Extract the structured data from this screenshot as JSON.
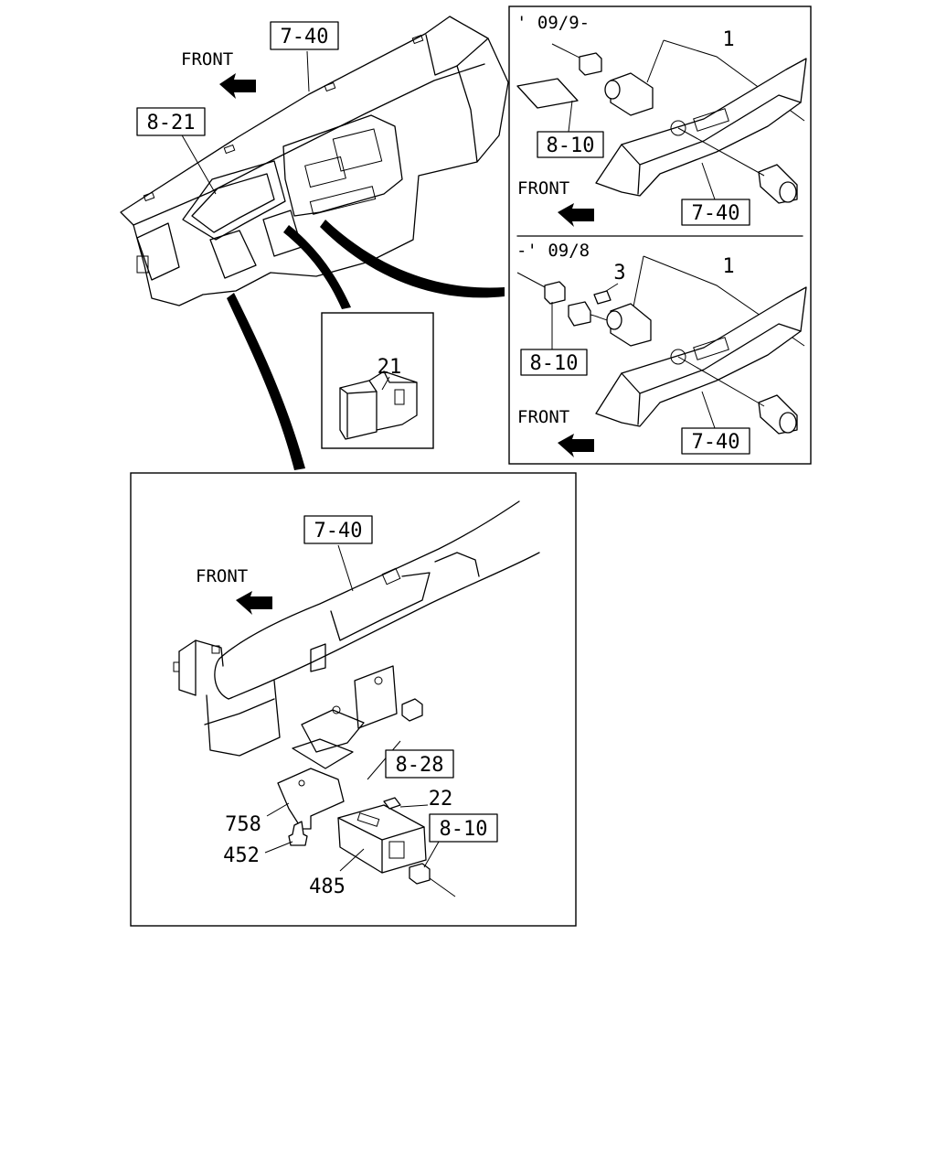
{
  "refs": {
    "dash_7_40": "7-40",
    "dash_8_21": "8-21",
    "a_8_10": "8-10",
    "a_7_40": "7-40",
    "b_8_10": "8-10",
    "b_7_40": "7-40",
    "c_7_40": "7-40",
    "c_8_28": "8-28",
    "c_8_10": "8-10"
  },
  "front": {
    "dash": "FRONT",
    "a": "FRONT",
    "b": "FRONT",
    "c": "FRONT"
  },
  "periods": {
    "a": "' 09/9-",
    "b": "-' 09/8"
  },
  "callouts": {
    "a_1": "1",
    "b_1": "1",
    "b_3": "3",
    "small_21": "21",
    "c_22": "22",
    "c_758": "758",
    "c_452": "452",
    "c_485": "485"
  }
}
